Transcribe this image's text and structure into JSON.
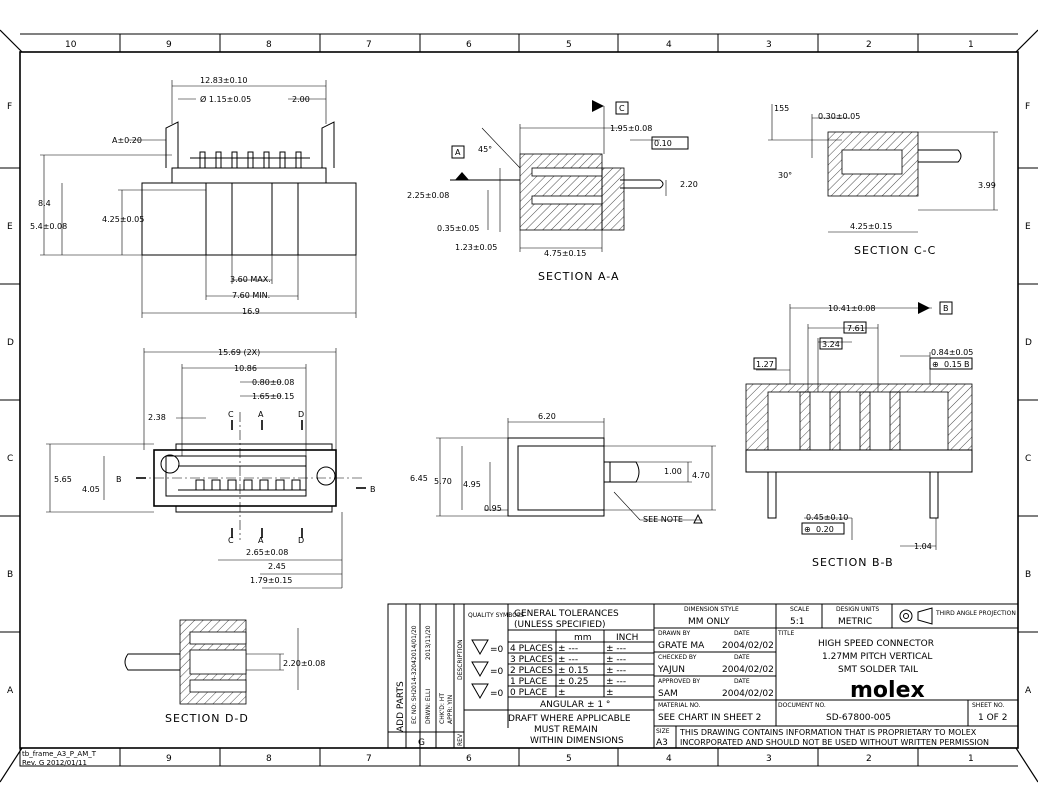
{
  "zones": {
    "top": [
      "10",
      "9",
      "8",
      "7",
      "6",
      "5",
      "4",
      "3",
      "2",
      "1"
    ],
    "side": [
      "F",
      "E",
      "D",
      "C",
      "B",
      "A"
    ]
  },
  "view_top": {
    "dims": [
      "12.83±0.10",
      "Ø 1.15±0.05",
      "2.00",
      "A±0.20",
      "8.4",
      "5.4±0.08",
      "4.25±0.05",
      "3.60 MAX.",
      "7.60 MIN.",
      "16.9"
    ]
  },
  "section_aa": {
    "caption": "SECTION A-A",
    "dims": [
      "1.95±0.08",
      "0.10",
      "2.20",
      "45°",
      "2.25±0.08",
      "0.35±0.05",
      "1.23±0.05",
      "4.75±0.15"
    ],
    "datums": [
      "A",
      "C"
    ]
  },
  "section_cc": {
    "caption": "SECTION C-C",
    "dims": [
      "155",
      "0.30±0.05",
      "30°",
      "3.99",
      "4.25±0.15"
    ]
  },
  "view_plan": {
    "dims": [
      "15.69 (2X)",
      "10.86",
      "0.80±0.08",
      "1.65±0.15",
      "2.38",
      "5.65",
      "4.05",
      "2.65±0.08",
      "2.45",
      "1.79±0.15"
    ],
    "labels": [
      "C",
      "A",
      "D",
      "B",
      "B",
      "C",
      "A",
      "D"
    ]
  },
  "view_side": {
    "dims": [
      "6.20",
      "6.45",
      "5.70",
      "4.95",
      "1.00",
      "4.70",
      "0.95"
    ],
    "note": "SEE NOTE"
  },
  "section_bb": {
    "caption": "SECTION B-B",
    "dims": [
      "10.41±0.08",
      "7.61",
      "3.24",
      "1.27",
      "0.84±0.05",
      "0.15",
      "0.45±0.10",
      "0.20",
      "1.04"
    ],
    "datums": [
      "B",
      "B"
    ]
  },
  "section_dd": {
    "caption": "SECTION D-D",
    "dims": [
      "2.20±0.08"
    ]
  },
  "title_block": {
    "rev_description": "ADD PARTS",
    "ec_no": "EC NO: SH2014-3204",
    "drwn": "DRWN: ELLI",
    "chkd": "CHK'D: HT",
    "apprd": "APPR: YIN",
    "date1": "2014/01/20",
    "date2": "2013/11/20",
    "rev_letter": "G",
    "rev_label": "REV",
    "description_label": "DESCRIPTION",
    "quality": "QUALITY SYMBOLS",
    "tolerances": "GENERAL TOLERANCES",
    "unless": "(UNLESS SPECIFIED)",
    "mm": "mm",
    "inch": "INCH",
    "places": [
      "4 PLACES",
      "3 PLACES",
      "2 PLACES",
      "1 PLACE",
      "0 PLACE"
    ],
    "mm_vals": [
      "± ---",
      "± ---",
      "± 0.15",
      "± 0.25",
      "±"
    ],
    "inch_vals": [
      "± ---",
      "± ---",
      "± ---",
      "± ---",
      "±"
    ],
    "angular": "ANGULAR ± 1 °",
    "draft1": "DRAFT WHERE APPLICABLE",
    "draft2": "MUST REMAIN",
    "draft3": "WITHIN DIMENSIONS",
    "dim_style_label": "DIMENSION STYLE",
    "dim_style": "MM ONLY",
    "drawn_by_label": "DRAWN BY",
    "drawn_by": "GRATE MA",
    "drawn_date": "2004/02/02",
    "checked_by_label": "CHECKED BY",
    "checked_by": "YAJUN",
    "checked_date": "2004/02/02",
    "approved_by_label": "APPROVED BY",
    "approved_by": "SAM",
    "approved_date": "2004/02/02",
    "date_label": "DATE",
    "material_label": "MATERIAL NO.",
    "material": "SEE CHART IN SHEET 2",
    "scale_label": "SCALE",
    "scale": "5:1",
    "design_units_label": "DESIGN UNITS",
    "design_units": "METRIC",
    "projection": "THIRD ANGLE PROJECTION",
    "title_label": "TITLE",
    "title1": "HIGH SPEED CONNECTOR",
    "title2": "1.27MM PITCH VERTICAL",
    "title3": "SMT SOLDER TAIL",
    "logo": "molex",
    "document_label": "DOCUMENT NO.",
    "document": "SD-67800-005",
    "sheet_label": "SHEET NO.",
    "sheet": "1 OF 2",
    "size_label": "SIZE",
    "size": "A3",
    "proprietary1": "THIS DRAWING CONTAINS INFORMATION THAT IS PROPRIETARY TO MOLEX",
    "proprietary2": "INCORPORATED AND SHOULD NOT BE USED WITHOUT WRITTEN PERMISSION"
  },
  "frame_id": {
    "line1": "tb_frame_A3_P_AM_T",
    "line2": "Rev. G 2012/01/11"
  }
}
